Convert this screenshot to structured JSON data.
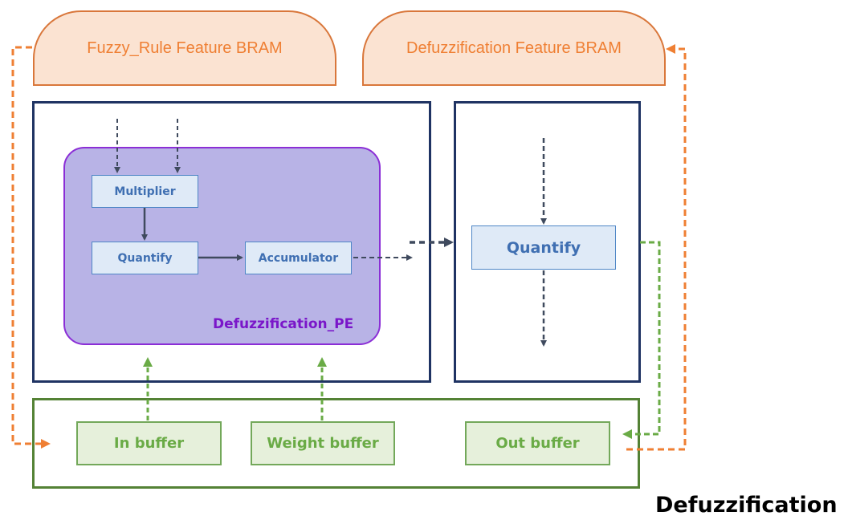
{
  "bram": {
    "fuzzy_rule": "Fuzzy_Rule Feature BRAM",
    "defuzzification": "Defuzzification Feature BRAM"
  },
  "pe": {
    "label": "Defuzzification_PE",
    "multiplier": "Multiplier",
    "quantify": "Quantify",
    "accumulator": "Accumulator"
  },
  "right_unit": {
    "quantify": "Quantify"
  },
  "buffers": {
    "in": "In buffer",
    "weight": "Weight buffer",
    "out": "Out buffer"
  },
  "title": "Defuzzification",
  "colors": {
    "bram_fill": "#fbe3d2",
    "bram_text": "#ef7f33",
    "frame_border": "#1f3363",
    "pe_fill": "#b8b3e6",
    "pe_border": "#8b2ed6",
    "block_fill": "#dfeaf7",
    "block_text": "#3f6fb2",
    "buffer_fill": "#e6f0db",
    "buffer_text": "#6aab46",
    "orange_arrow": "#ef7f33",
    "green_arrow": "#6aab46",
    "dark_arrow": "#3f4a5e"
  }
}
